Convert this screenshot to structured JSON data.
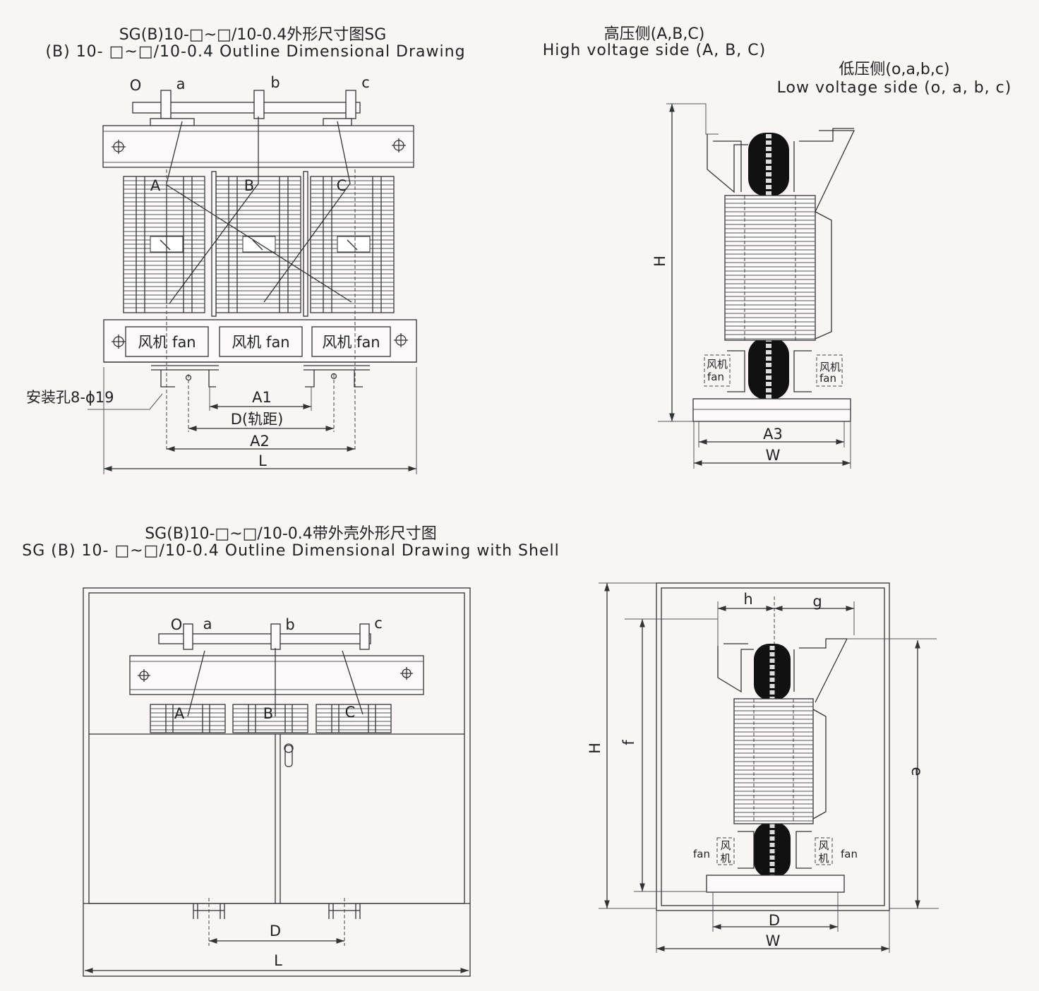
{
  "top_drawing": {
    "title_cn": "SG(B)10-□~□/10-0.4外形尺寸图SG",
    "title_en": "(B) 10- □~□/10-0.4 Outline Dimensional Drawing",
    "terminals": [
      "O",
      "a",
      "b",
      "c"
    ],
    "phases": [
      "A",
      "B",
      "C"
    ],
    "fans": [
      "风机 fan",
      "风机 fan",
      "风机 fan"
    ],
    "mount_hole": "安装孔8-ϕ19",
    "dims": {
      "a1": "A1",
      "d": "D(轨距)",
      "a2": "A2",
      "l": "L"
    }
  },
  "side_view": {
    "hv_cn": "高压侧(A,B,C)",
    "hv_en": "High voltage side (A, B, C)",
    "lv_cn": "低压侧(o,a,b,c)",
    "lv_en": "Low voltage side (o, a, b, c)",
    "fan_cn": "风机",
    "fan_en": "fan",
    "dims": {
      "h": "H",
      "a3": "A3",
      "w": "W"
    }
  },
  "shell_drawing": {
    "title_cn": "SG(B)10-□~□/10-0.4带外壳外形尺寸图",
    "title_en": "SG (B) 10- □~□/10-0.4 Outline Dimensional Drawing with Shell",
    "terminals": [
      "O",
      "a",
      "b",
      "c"
    ],
    "phases": [
      "A",
      "B",
      "C"
    ],
    "dims": {
      "d": "D",
      "l": "L"
    }
  },
  "shell_side": {
    "fan_cn_1": "风",
    "fan_cn_2": "机",
    "fan_en": "fan",
    "dims": {
      "h_upper": "H",
      "f": "f",
      "e": "e",
      "h_lower": "h",
      "g": "g",
      "d": "D",
      "w": "W"
    }
  }
}
